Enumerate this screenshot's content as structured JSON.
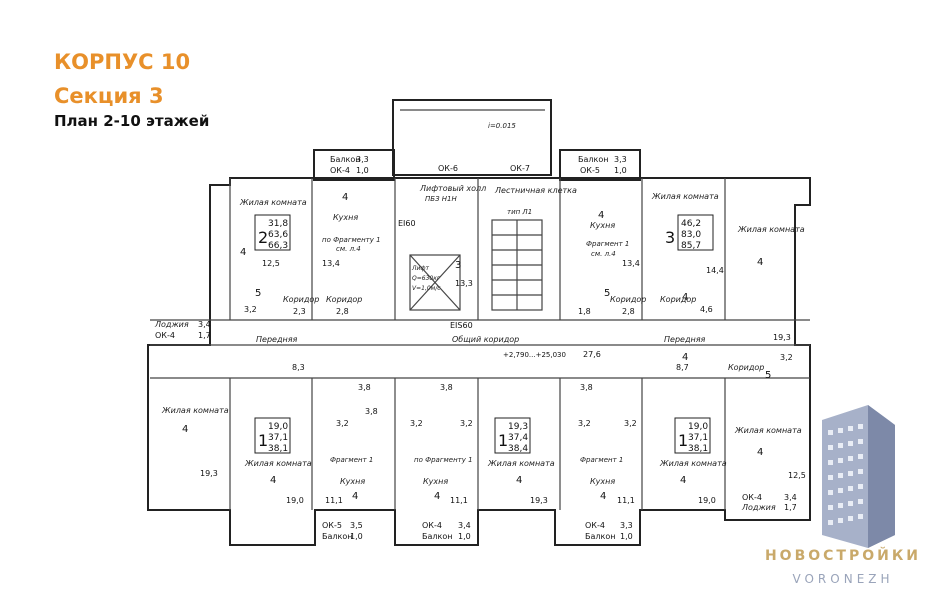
{
  "header": {
    "building": "КОРПУС 10",
    "section": "Секция 3",
    "plan": "План 2-10 этажей"
  },
  "brand": {
    "name": "НОВОСТРОЙКИ",
    "city": "VORONEZH"
  },
  "colors": {
    "accent": "#e8902a",
    "logo_gold": "#c9a96a",
    "logo_blue": "#7d89a8"
  },
  "apartments": [
    {
      "rooms": "2",
      "a": "31,8",
      "b": "63,6",
      "c": "66,3"
    },
    {
      "rooms": "3",
      "a": "46,2",
      "b": "83,0",
      "c": "85,7"
    },
    {
      "rooms": "1",
      "a": "19,0",
      "b": "37,1",
      "c": "38,1"
    },
    {
      "rooms": "1",
      "a": "19,3",
      "b": "37,4",
      "c": "38,4"
    },
    {
      "rooms": "1",
      "a": "19,0",
      "b": "37,1",
      "c": "38,1"
    }
  ],
  "labels": {
    "living": "Жилая комната",
    "kitchen": "Кухня",
    "corridor": "Коридор",
    "hall": "Передняя",
    "balcony": "Балкон",
    "loggia": "Лоджия",
    "lift_hall": "Лифтовый холл",
    "lift_hall_2": "ПБЗ Н1Н",
    "stair": "Лестничная клетка",
    "stair_2": "тип Л1",
    "common": "Общий коридор",
    "fragment": "по Фрагменту 1",
    "fragment2": "Фрагмент 1",
    "sheet": "см. л.4",
    "ei": "EI60",
    "eis": "EIS60",
    "lift_desc1": "Лифт",
    "lift_desc2": "Q=630кг",
    "lift_desc3": "V=1,0м/с",
    "slope": "i=0.015"
  },
  "windows": {
    "ok4": "ОК-4",
    "ok5": "ОК-5",
    "ok6": "ОК-6",
    "ok7": "ОК-7"
  },
  "values": {
    "v33": "3,3",
    "v10": "1,0",
    "v34": "3,4",
    "v17": "1,7",
    "v35": "3,5",
    "a125": "12,5",
    "a134": "13,4",
    "a133": "13,3",
    "a144": "14,4",
    "a193": "19,3",
    "a190": "19,0",
    "a111": "11,1",
    "a32": "3,2",
    "a38": "3,8",
    "a23": "2,3",
    "a28": "2,8",
    "a18": "1,8",
    "a46": "4,6",
    "a83": "8,3",
    "a87": "8,7",
    "a276": "27,6",
    "lvl": "+2,790...+25,030"
  },
  "marks": {
    "m4": "4",
    "m5": "5",
    "m3": "3"
  }
}
